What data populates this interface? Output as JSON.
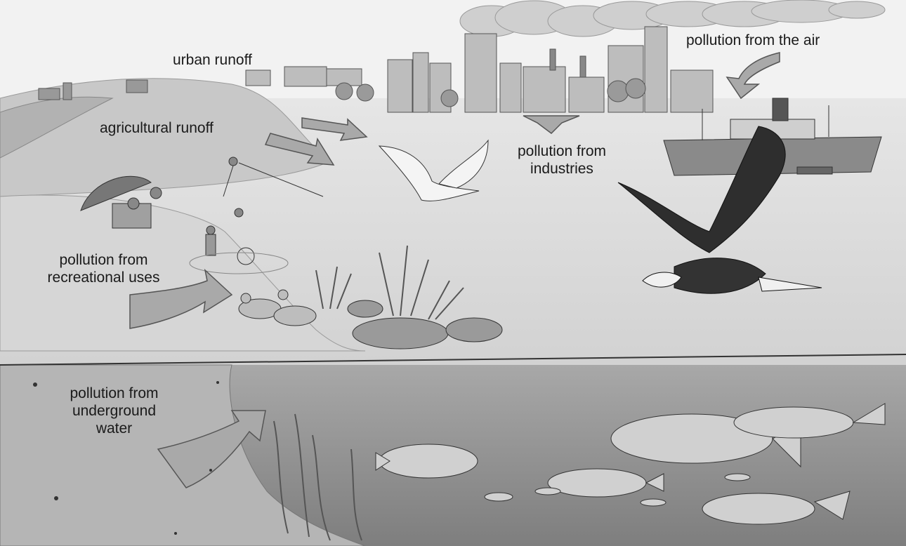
{
  "labels": {
    "urban_runoff": "urban runoff",
    "agricultural_runoff": "agricultural runoff",
    "pollution_from_air": "pollution from the air",
    "pollution_from_industries_l1": "pollution from",
    "pollution_from_industries_l2": "industries",
    "recreational_l1": "pollution from",
    "recreational_l2": "recreational uses",
    "underground_l1": "pollution from",
    "underground_l2": "underground",
    "underground_l3": "water"
  },
  "colors": {
    "sky": "#eeeeee",
    "land": "#cfcfcf",
    "water_surface": "#dcdcdc",
    "underwater": "#9a9a9a",
    "ground": "#b5b5b5",
    "arrow": "#a9a9a9",
    "ink": "#1a1a1a"
  }
}
